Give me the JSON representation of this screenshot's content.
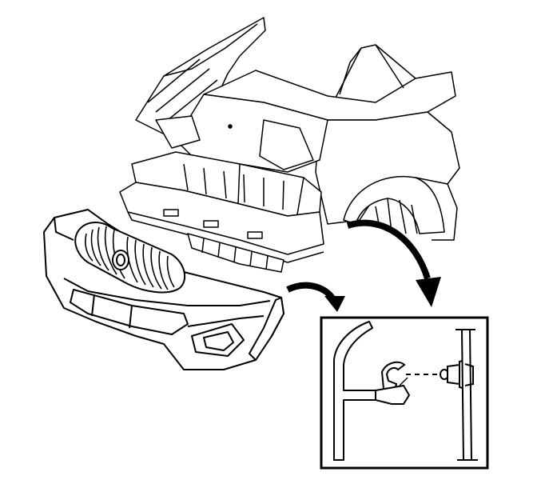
{
  "figure": {
    "background": "#ffffff",
    "ink": "#000000",
    "parts": [
      "front-fascia",
      "grille",
      "vehicle-front-end",
      "detail-inset",
      "push-pin-retainer"
    ]
  }
}
